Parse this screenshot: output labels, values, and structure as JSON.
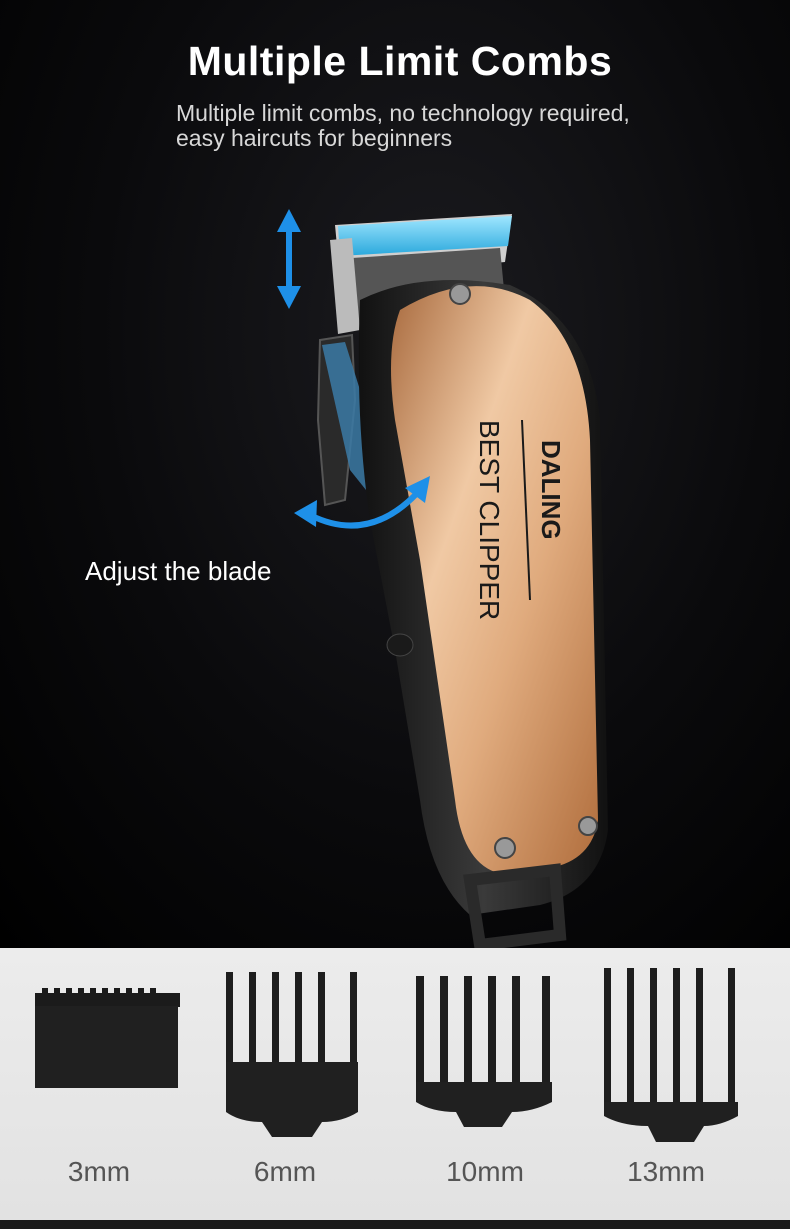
{
  "header": {
    "title": "Multiple Limit Combs",
    "subtitle_line1": "Multiple limit combs, no technology required,",
    "subtitle_line2": "easy haircuts for beginners"
  },
  "product": {
    "brand": "DALING",
    "model_text": "BEST CLIPPER"
  },
  "callout": {
    "adjust_label": "Adjust the blade"
  },
  "combs": [
    {
      "label": "3mm"
    },
    {
      "label": "6mm"
    },
    {
      "label": "10mm"
    },
    {
      "label": "13mm"
    }
  ],
  "colors": {
    "arrow_blue": "#1e90e8",
    "body_gold": "#d8a070",
    "blade_teal": "#4fc3e8"
  }
}
